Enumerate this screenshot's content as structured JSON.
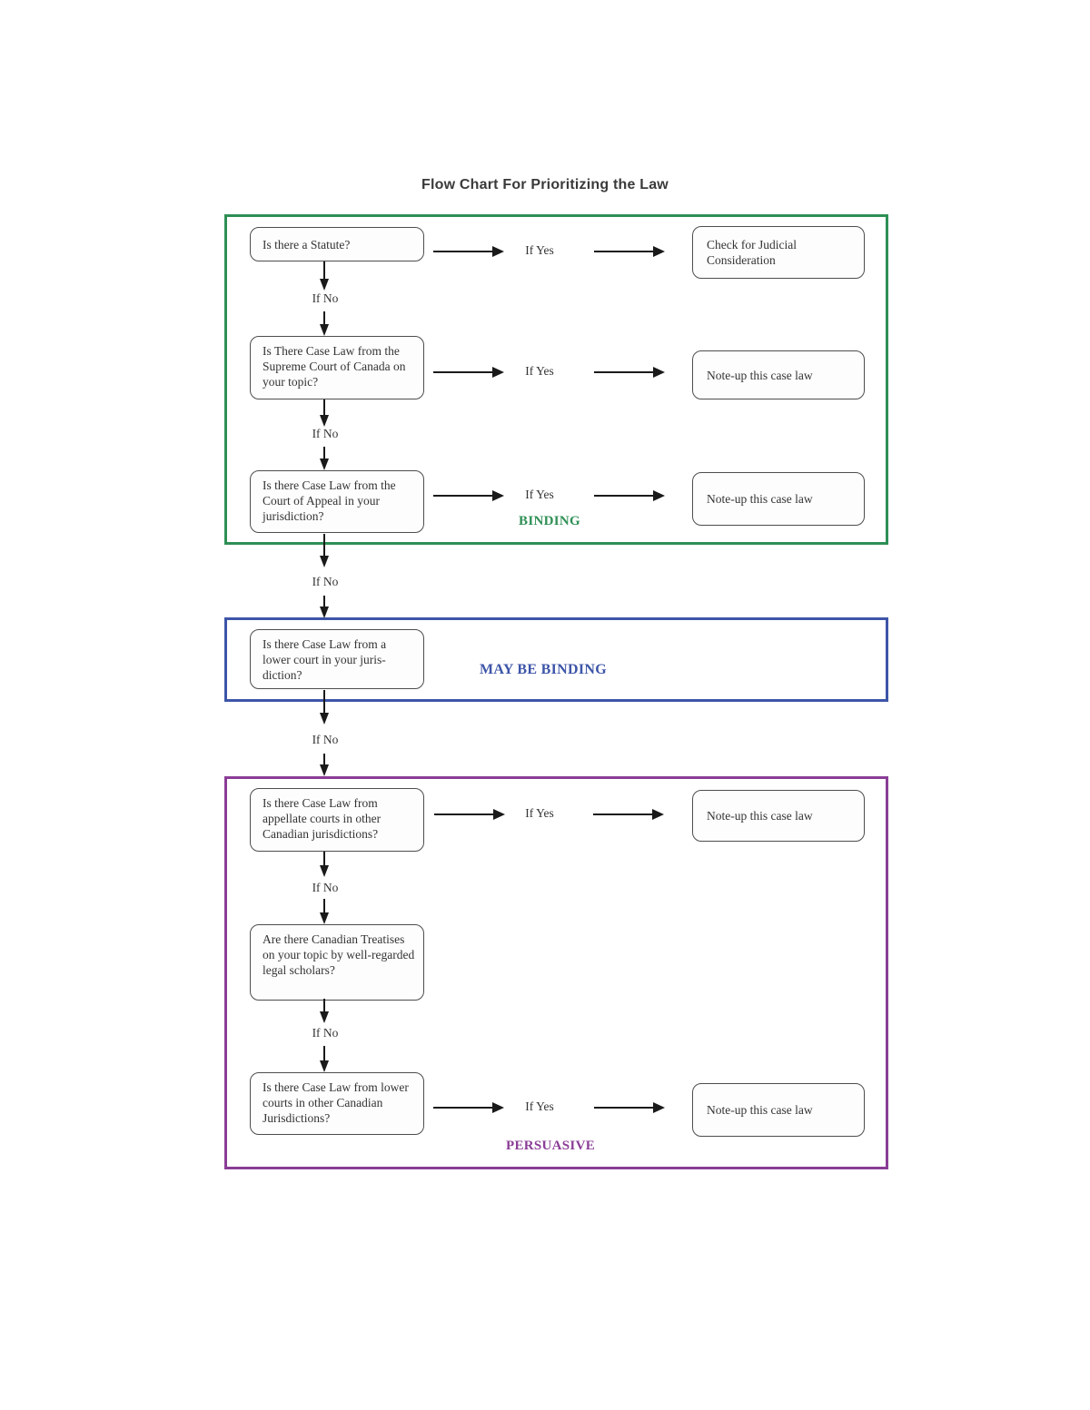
{
  "title": "Flow Chart For Prioritizing the Law",
  "connectors": {
    "yes": "If Yes",
    "no": "If No"
  },
  "colors": {
    "binding": "#2e8f55",
    "may_be_binding": "#3d55a8",
    "persuasive": "#8a3d96",
    "box_border": "#4d4d4d",
    "arrow": "#1a1a1a"
  },
  "sections": {
    "binding": {
      "label": "BINDING"
    },
    "may_be_binding": {
      "label": "MAY BE BINDING"
    },
    "persuasive": {
      "label": "PERSUASIVE"
    }
  },
  "nodes": {
    "q_statute": "Is there a Statute?",
    "q_supreme_court": "Is There Case Law from the Supreme Court of Canada on your topic?",
    "q_court_of_appeal": "Is there Case Law from the Court of Appeal in your jurisdiction?",
    "q_lower_court": "Is there Case Law from a lower court in your juris-diction?",
    "q_appellate_other": "Is there Case Law from appellate courts in other Canadian jurisdictions?",
    "q_treatises": "Are there Canadian Treatises on your topic by well-regarded legal scholars?",
    "q_lower_other": "Is there Case Law from lower courts in other Canadian Jurisdictions?",
    "r_judicial_consideration": "Check for Judicial Consideration",
    "r_noteup_supreme": "Note-up this case law",
    "r_noteup_appeal": "Note-up this case law",
    "r_noteup_appellate_other": "Note-up this case law",
    "r_noteup_lower_other": "Note-up this case law"
  }
}
